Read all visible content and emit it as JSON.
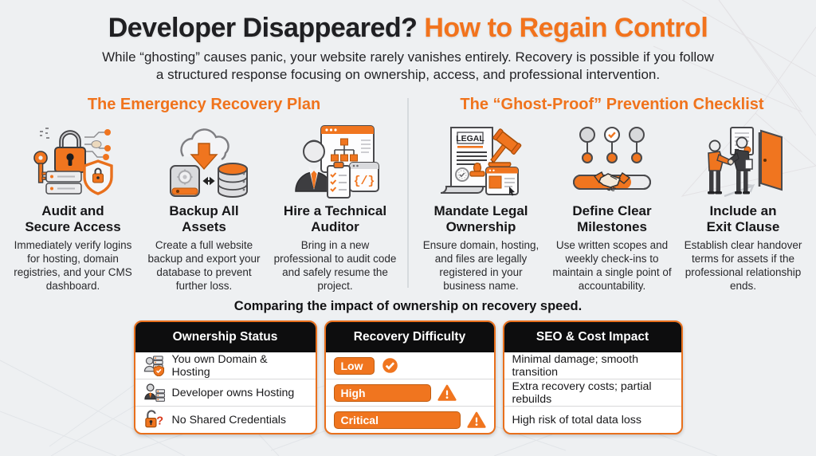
{
  "title": {
    "part1": "Developer Disappeared? ",
    "part2": "How to Regain Control"
  },
  "subtitle": "While “ghosting” causes panic, your website rarely vanishes entirely. Recovery is possible if you follow\na structured response focusing on ownership, access, and professional intervention.",
  "sections": [
    {
      "heading": "The Emergency Recovery Plan",
      "items": [
        {
          "icon": "lock-key-shield-icon",
          "title": "Audit and\nSecure Access",
          "description": "Immediately verify logins for hosting, domain registries, and your CMS dashboard."
        },
        {
          "icon": "cloud-backup-database-icon",
          "title": "Backup All\nAssets",
          "description": "Create a full website backup and export your database to prevent further loss."
        },
        {
          "icon": "auditor-checklist-code-icon",
          "title": "Hire a Technical\nAuditor",
          "description": "Bring in a new professional to audit code and safely resume the project."
        }
      ]
    },
    {
      "heading": "The “Ghost-Proof” Prevention Checklist",
      "items": [
        {
          "icon": "legal-document-gavel-icon",
          "title": "Mandate Legal\nOwnership",
          "description": "Ensure domain, hosting, and files are legally registered in your business name."
        },
        {
          "icon": "milestones-handshake-icon",
          "title": "Define Clear\nMilestones",
          "description": "Use written scopes and weekly check-ins to maintain a single point of accountability."
        },
        {
          "icon": "handshake-exit-door-icon",
          "title": "Include an\nExit Clause",
          "description": "Establish clear handover terms for assets if the professional relationship ends."
        }
      ]
    }
  ],
  "comparison": {
    "heading": "Comparing the impact of ownership on recovery speed.",
    "cards": [
      {
        "header": "Ownership Status",
        "rows": [
          {
            "icon": "user-server-shield-icon",
            "label": "You own Domain & Hosting"
          },
          {
            "icon": "developer-server-icon",
            "label": "Developer owns Hosting"
          },
          {
            "icon": "open-lock-question-icon",
            "label": "No Shared Credentials"
          }
        ]
      },
      {
        "header": "Recovery Difficulty",
        "rows": [
          {
            "label": "Low",
            "bar_style": "width:27%",
            "status": "check"
          },
          {
            "label": "High",
            "bar_style": "width:64%",
            "status": "warning"
          },
          {
            "label": "Critical",
            "bar_style": "width:87%",
            "status": "warning"
          }
        ]
      },
      {
        "header": "SEO & Cost Impact",
        "rows": [
          {
            "label": "Minimal damage; smooth transition"
          },
          {
            "label": "Extra recovery costs; partial rebuilds"
          },
          {
            "label": "High risk of total data loss"
          }
        ]
      }
    ]
  },
  "colors": {
    "accent_orange": "#f0731e",
    "card_border": "#e8701d",
    "card_header_bg": "#0d0d0e",
    "background": "#eef0f2",
    "title_dark": "#1f1f22"
  }
}
